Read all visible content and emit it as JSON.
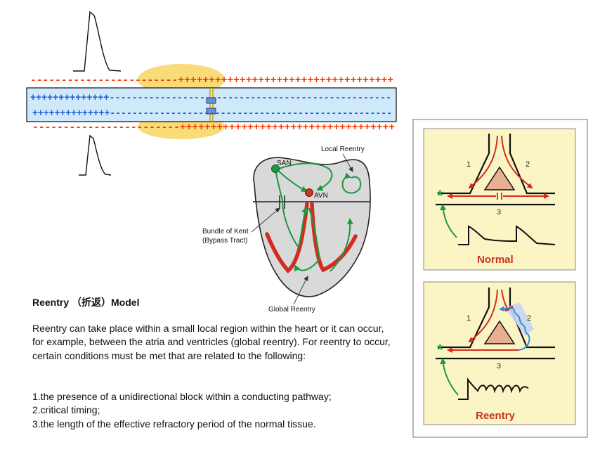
{
  "cable": {
    "top_outer_charges": "------------------------+++++++++++++++++++++++++++++++++++",
    "top_inner_charges": "++++++++++++++--------------------------------------------------",
    "bottom_inner_charges": "++++++++++++++---------------------------------------------------",
    "bottom_outer_charges": "------------------------+++++++++++++++++++++++++++++++++++"
  },
  "heart": {
    "san_label": "SAN",
    "avn_label": "AVN",
    "local_reentry_label": "Local Reentry",
    "bypass_label_line1": "Bundle of Kent",
    "bypass_label_line2": "(Bypass Tract)",
    "global_reentry_label": "Global Reentry"
  },
  "panel_normal": {
    "branch1": "1",
    "branch2": "2",
    "branch3": "3",
    "stimulus": "*",
    "title": "Normal"
  },
  "panel_reentry": {
    "branch1": "1",
    "branch2": "2",
    "branch3": "3",
    "stimulus": "*",
    "title": "Reentry"
  },
  "text": {
    "heading": "Reentry （折返）Model",
    "paragraph": "Reentry can take place within a small local region within the heart or it can occur, for example, between the atria and ventricles (global reentry). For reentry to occur, certain conditions must be met that are related to the following:",
    "conditions": [
      "1.the presence of a unidirectional block within a conducting pathway;",
      "2.critical timing;",
      "3.the length of the effective refractory period of the normal tissue."
    ]
  },
  "colors": {
    "negative": "#ff3300",
    "positive_inner": "#1f5fd6",
    "cable_fill": "#cfe9fb",
    "depolarized_zone": "#f7cf4a",
    "panel_bg": "#fbf5c5",
    "wave_red": "#d42a1f",
    "wave_green": "#1a9a3c",
    "heart_fill": "#d9d9d9",
    "title_red": "#c8321e"
  }
}
